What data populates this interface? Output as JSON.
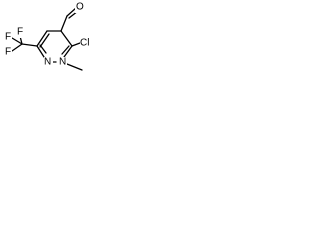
{
  "molecule": {
    "atoms": {
      "aldehyde_oxygen": "O",
      "chlorine": "Cl",
      "ring_nitrogen_1": "N",
      "ring_nitrogen_2": "N",
      "fluorine_1": "F",
      "fluorine_2": "F",
      "fluorine_3": "F"
    }
  },
  "colors": {
    "bond": "#000000",
    "label": "#000000",
    "background": "#ffffff"
  }
}
